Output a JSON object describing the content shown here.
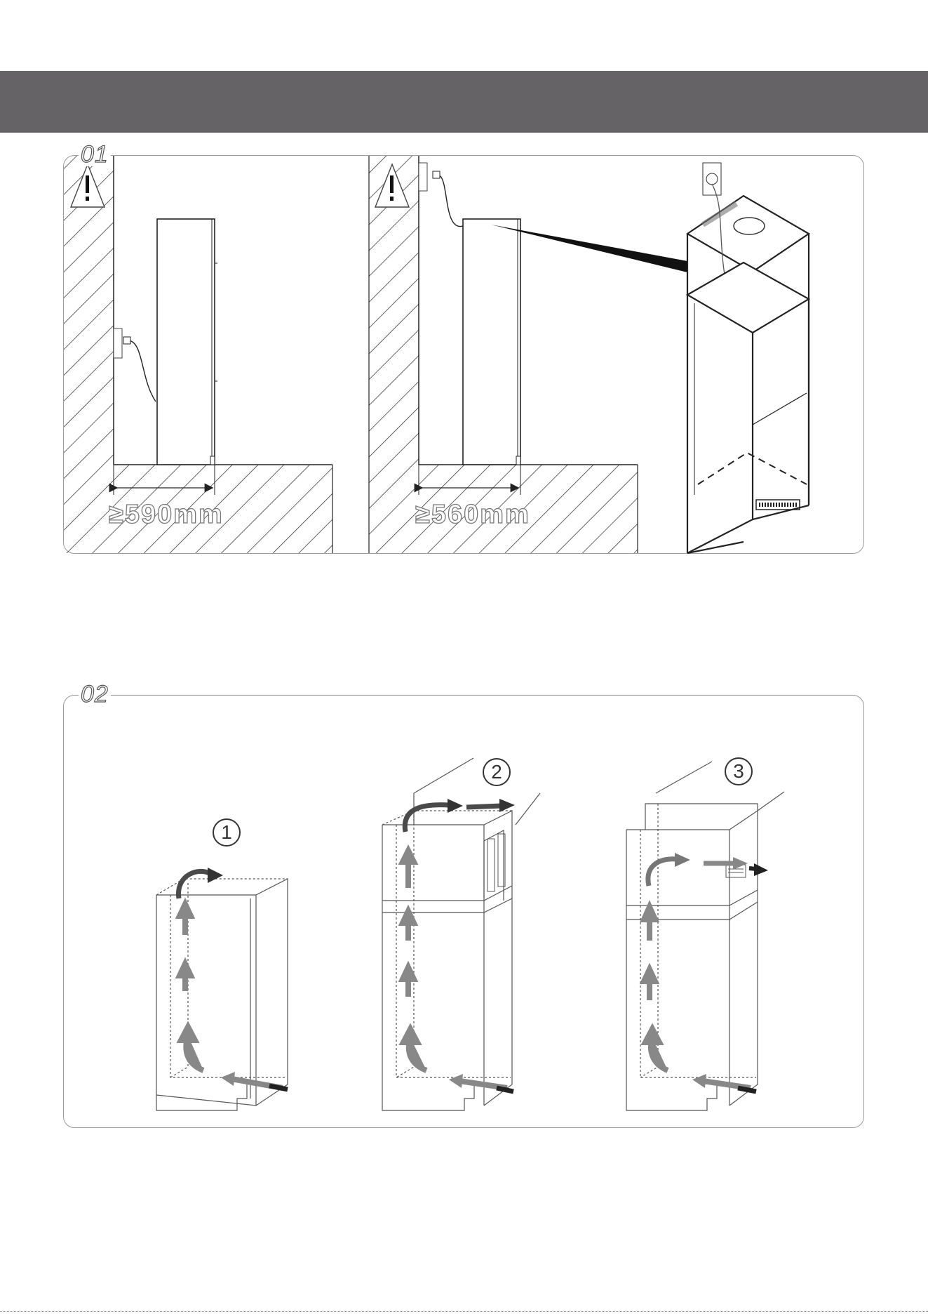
{
  "header": {
    "title": ""
  },
  "steps": [
    {
      "label": "01"
    },
    {
      "label": "02"
    }
  ],
  "dimensions": [
    {
      "value": "≥590mm"
    },
    {
      "value": "≥560mm"
    }
  ],
  "ventilation_options": [
    {
      "number": "①"
    },
    {
      "number": "②"
    },
    {
      "number": "③"
    }
  ],
  "colors": {
    "header_bar": "#656365",
    "arrow_fill": "#7a7a7a",
    "line": "#222222"
  },
  "icons": [
    "warning-icon",
    "power-plug-icon",
    "power-socket-icon",
    "airflow-arrow-icon"
  ]
}
